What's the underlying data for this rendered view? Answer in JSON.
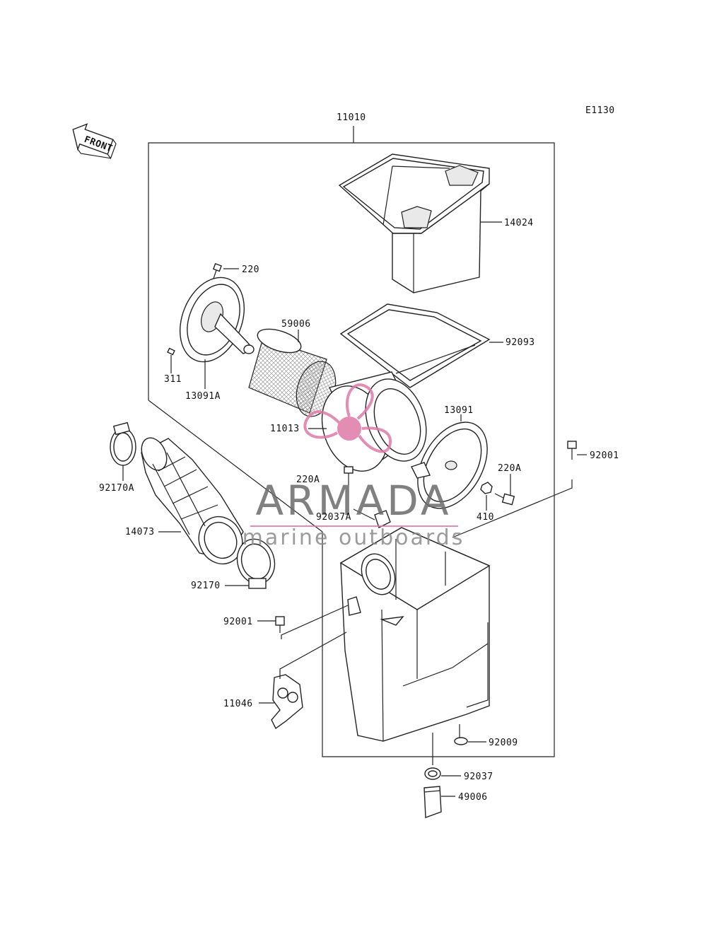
{
  "diagram_code": "E1130",
  "direction_label": "FRONT",
  "watermark": {
    "brand": "ARMADA",
    "tagline": "marine outboards",
    "logo_color": "#e07aa8",
    "text_color": "#6b6b6b"
  },
  "callouts": {
    "c11010": "11010",
    "c14024": "14024",
    "c220": "220",
    "c59006": "59006",
    "c92093": "92093",
    "c311": "311",
    "c13091A": "13091A",
    "c11013": "11013",
    "c13091": "13091",
    "c92001_right": "92001",
    "c92170A": "92170A",
    "c220A_left": "220A",
    "c220A_right": "220A",
    "c92037A": "92037A",
    "c410": "410",
    "c14073": "14073",
    "c92170": "92170",
    "c92001_left": "92001",
    "c11046": "11046",
    "c92009": "92009",
    "c92037": "92037",
    "c49006": "49006"
  }
}
